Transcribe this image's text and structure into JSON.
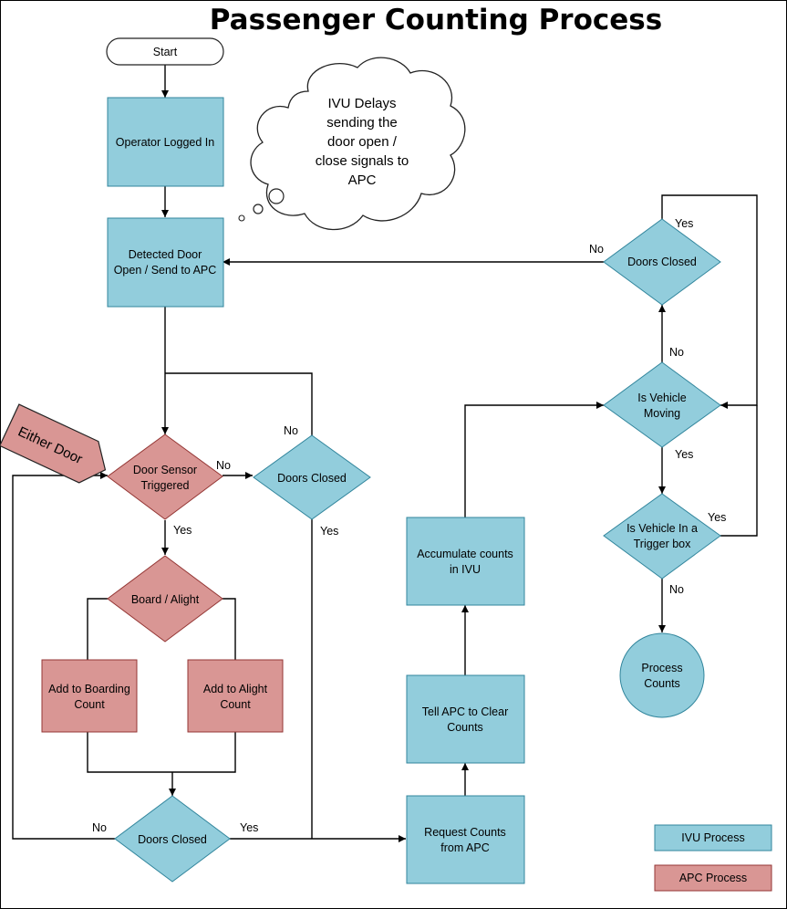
{
  "title": "Passenger Counting Process",
  "colors": {
    "ivu": "#92CDDC",
    "apc": "#D99694",
    "stroke": "#222222"
  },
  "nodes": {
    "start": "Start",
    "operator_logged_in": [
      "Operator Logged In"
    ],
    "detected_door_open": [
      "Detected Door",
      "Open / Send to APC"
    ],
    "door_sensor_triggered": [
      "Door Sensor",
      "Triggered"
    ],
    "doors_closed_mid": [
      "Doors Closed"
    ],
    "board_alight": [
      "Board / Alight"
    ],
    "add_boarding": [
      "Add to Boarding",
      "Count"
    ],
    "add_alight": [
      "Add to Alight",
      "Count"
    ],
    "doors_closed_bottom": [
      "Doors Closed"
    ],
    "request_counts": [
      "Request Counts",
      "from APC"
    ],
    "tell_apc_clear": [
      "Tell APC to Clear",
      "Counts"
    ],
    "accumulate_counts": [
      "Accumulate counts",
      "in IVU"
    ],
    "doors_closed_right": [
      "Doors Closed"
    ],
    "is_vehicle_moving": [
      "Is Vehicle",
      "Moving"
    ],
    "is_vehicle_trigger": [
      "Is Vehicle In a",
      "Trigger box"
    ],
    "process_counts": [
      "Process",
      "Counts"
    ]
  },
  "callout_cloud": [
    "IVU Delays",
    "sending the",
    "door open /",
    "close signals to",
    "APC"
  ],
  "either_door_tag": "Either Door",
  "edge_labels": {
    "sensor_no": "No",
    "mid_closed_no": "No",
    "mid_closed_yes": "Yes",
    "sensor_yes": "Yes",
    "bottom_no": "No",
    "bottom_yes": "Yes",
    "right_closed_yes": "Yes",
    "right_closed_no": "No",
    "moving_no": "No",
    "moving_yes": "Yes",
    "trigger_yes": "Yes",
    "trigger_no": "No"
  },
  "legend": {
    "ivu": "IVU Process",
    "apc": "APC Process"
  }
}
